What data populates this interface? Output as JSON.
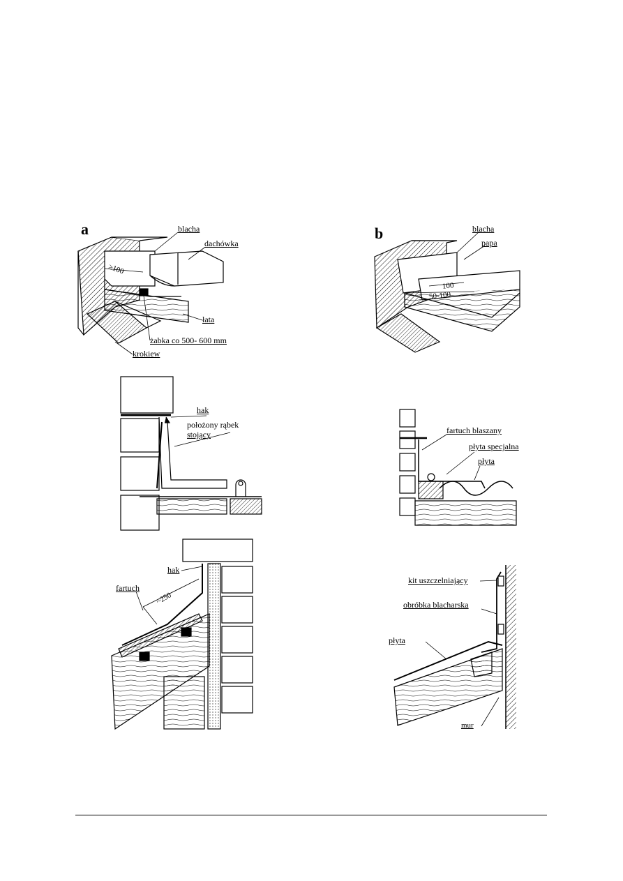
{
  "panels": {
    "a": "a",
    "b": "b"
  },
  "fig_a_top": {
    "blacha": "blacha",
    "dachowka": "dachówka",
    "lata": "łata",
    "zabka": "żabka co 500- 600 mm",
    "krokiew": "krokiew",
    "dim": "≥100"
  },
  "fig_b_top": {
    "blacha": "blacha",
    "papa": "papa",
    "dim1": "100",
    "dim2": "50-100"
  },
  "fig_a_mid": {
    "hak": "hak",
    "rabek1": "położony rąbek",
    "rabek2": "stojący"
  },
  "fig_b_mid": {
    "fartuch": "fartuch blaszany",
    "plyta_spec": "płyta specjalna",
    "plyta": "płyta"
  },
  "fig_a_bot": {
    "hak": "hak",
    "fartuch": "fartuch",
    "dim": "~250"
  },
  "fig_b_bot": {
    "kit": "kit uszczelniający",
    "obrobka": "obróbka blacharska",
    "plyta": "płyta",
    "mur": "mur"
  }
}
